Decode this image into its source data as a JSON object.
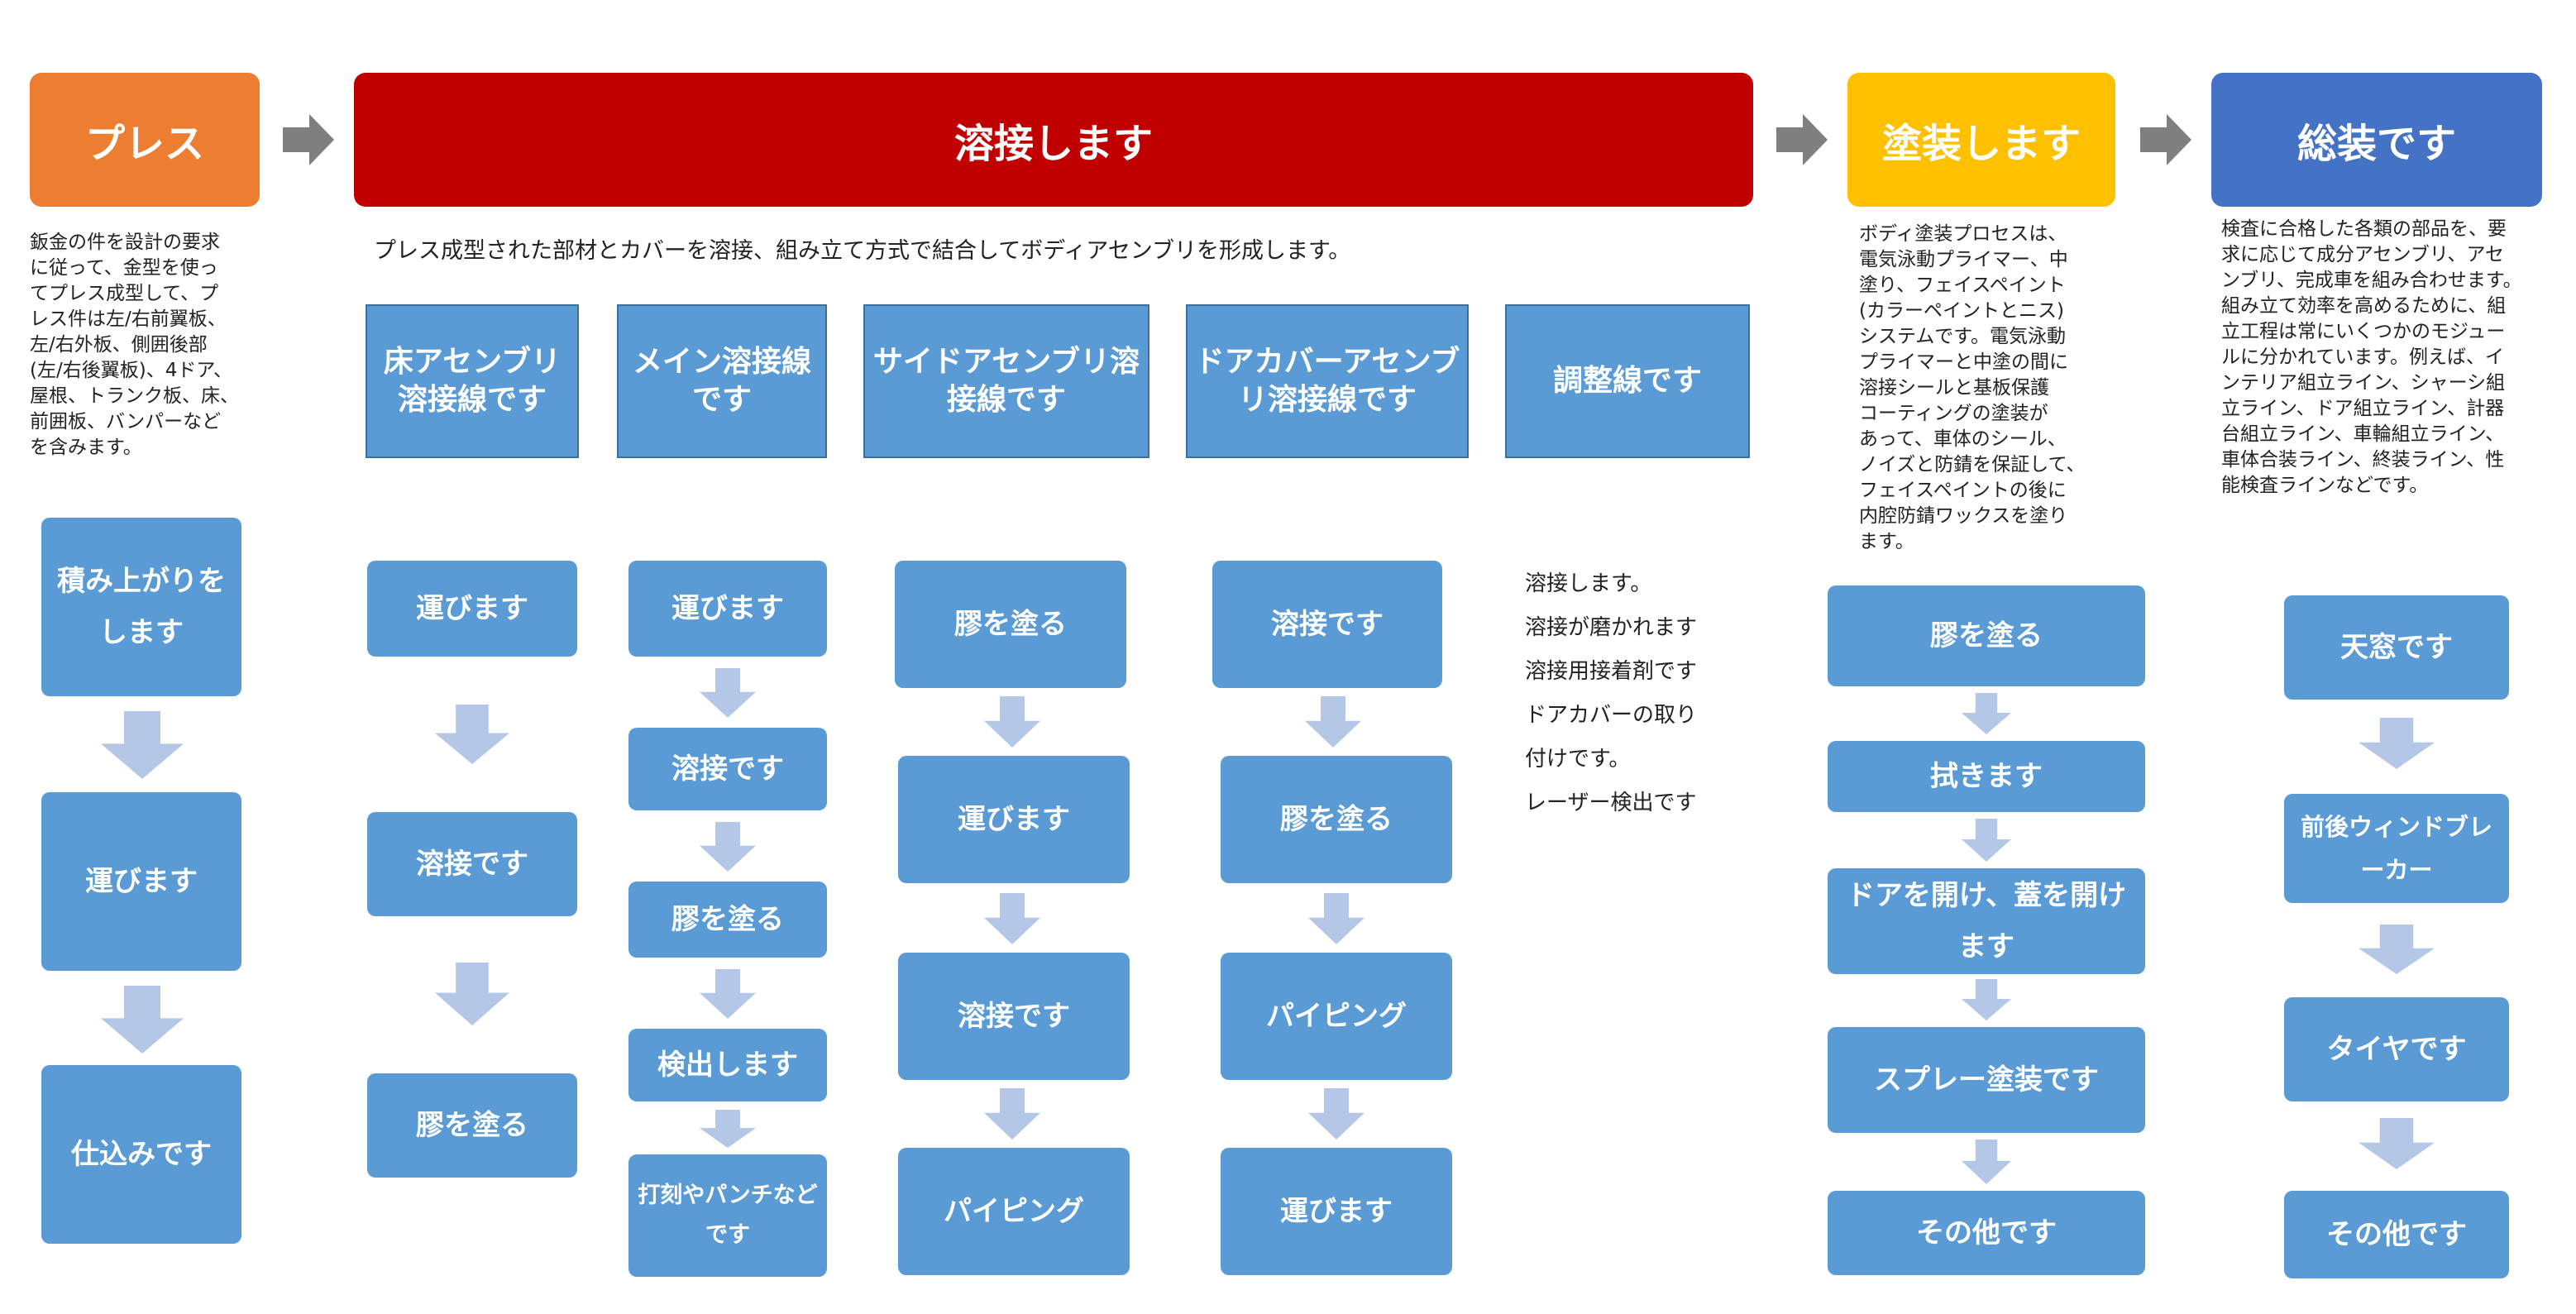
{
  "headers": {
    "press": "プレス",
    "weld": "溶接します",
    "paint": "塗装します",
    "assembly": "総装です"
  },
  "descriptions": {
    "press": [
      "鈑金の件を設計の要求",
      "に従って、金型を使っ",
      "てプレス成型して、プ",
      "レス件は左/右前翼板、",
      "左/右外板、側囲後部",
      "(左/右後翼板)、4ドア、",
      "屋根、トランク板、床、",
      "前囲板、バンパーなど",
      "を含みます。"
    ],
    "weld": "プレス成型された部材とカバーを溶接、組み立て方式で結合してボディアセンブリを形成します。",
    "paint": [
      "ボディ塗装プロセスは、",
      "電気泳動プライマー、中",
      "塗り、フェイスペイント",
      "(カラーペイントとニス)",
      "システムです。電気泳動",
      "プライマーと中塗の間に",
      "溶接シールと基板保護",
      "コーティングの塗装が",
      "あって、車体のシール、",
      "ノイズと防錆を保証して、",
      "フェイスペイントの後に",
      "内腔防錆ワックスを塗り",
      "ます。"
    ],
    "assembly": [
      "検査に合格した各類の部品を、要",
      "求に応じて成分アセンブリ、アセ",
      "ンブリ、完成車を組み合わせます。",
      "組み立て効率を高めるために、組",
      "立工程は常にいくつかのモジュー",
      "ルに分かれています。例えば、イ",
      "ンテリア組立ライン、シャーシ組",
      "立ライン、ドア組立ライン、計器",
      "台組立ライン、車輪組立ライン、",
      "車体合装ライン、終装ライン、性",
      "能検査ラインなどです。"
    ]
  },
  "weld_lines": [
    "床アセンブリ溶接線です",
    "メイン溶接線です",
    "サイドアセンブリ溶接線です",
    "ドアカバーアセンブリ溶接線です",
    "調整線です"
  ],
  "press_steps": [
    "積み上がりをします",
    "運びます",
    "仕込みです"
  ],
  "floor_steps": [
    "運びます",
    "溶接です",
    "膠を塗る"
  ],
  "main_steps": [
    "運びます",
    "溶接です",
    "膠を塗る",
    "検出します",
    "打刻やパンチなどです"
  ],
  "side_steps": [
    "膠を塗る",
    "運びます",
    "溶接です",
    "パイピング"
  ],
  "door_steps": [
    "溶接です",
    "膠を塗る",
    "パイピング",
    "運びます"
  ],
  "adjust_notes": [
    "溶接します。",
    "溶接が磨かれます",
    "溶接用接着剤です",
    "ドアカバーの取り",
    "付けです。",
    "レーザー検出です"
  ],
  "paint_steps": [
    "膠を塗る",
    "拭きます",
    "ドアを開け、蓋を開けます",
    "スプレー塗装です",
    "その他です"
  ],
  "assembly_steps": [
    "天窓です",
    "前後ウィンドブレーカー",
    "タイヤです",
    "その他です"
  ],
  "colors": {
    "press": "#ED7D31",
    "weld": "#C00000",
    "paint": "#FFC000",
    "assembly": "#4472C4",
    "step_box": "#5B9BD5",
    "down_arrow": "#B4C7E7",
    "side_arrow": "#7F7F7F"
  }
}
